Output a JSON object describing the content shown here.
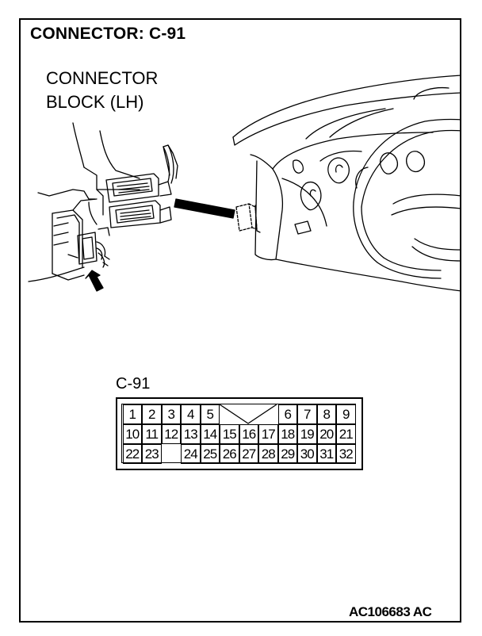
{
  "title": "CONNECTOR: C-91",
  "location_label": [
    "CONNECTOR",
    "BLOCK (LH)"
  ],
  "connector": {
    "name": "C-91",
    "rows": [
      [
        "1",
        "2",
        "3",
        "4",
        "5",
        "",
        "",
        "",
        "6",
        "7",
        "8",
        "9"
      ],
      [
        "10",
        "11",
        "12",
        "13",
        "14",
        "15",
        "16",
        "17",
        "18",
        "19",
        "20",
        "21"
      ],
      [
        "22",
        "23",
        "",
        "24",
        "25",
        "26",
        "27",
        "28",
        "29",
        "30",
        "31",
        "32"
      ]
    ]
  },
  "figure_code": "AC106683 AC"
}
